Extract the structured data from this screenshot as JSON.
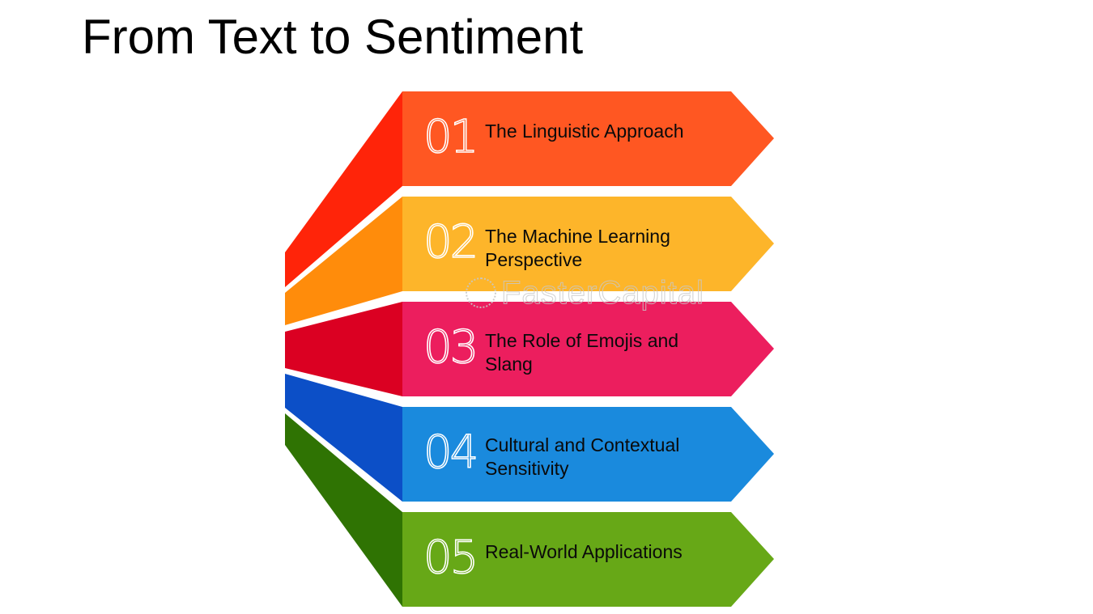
{
  "title": "From Text to Sentiment",
  "steps": [
    {
      "number": "01",
      "label": "The Linguistic Approach",
      "front_color": "#FF5722",
      "side_color": "#FF2409"
    },
    {
      "number": "02",
      "label": "The Machine Learning Perspective",
      "front_color": "#FDB52A",
      "side_color": "#FF8C0B"
    },
    {
      "number": "03",
      "label": "The Role of Emojis and Slang",
      "front_color": "#EC1E5E",
      "side_color": "#DB0022"
    },
    {
      "number": "04",
      "label": "Cultural and Contextual Sensitivity",
      "front_color": "#1A8ADD",
      "side_color": "#0C4FC7"
    },
    {
      "number": "05",
      "label": "Real-World Applications",
      "front_color": "#67A817",
      "side_color": "#2F7303"
    }
  ],
  "watermark": "FasterCapital"
}
